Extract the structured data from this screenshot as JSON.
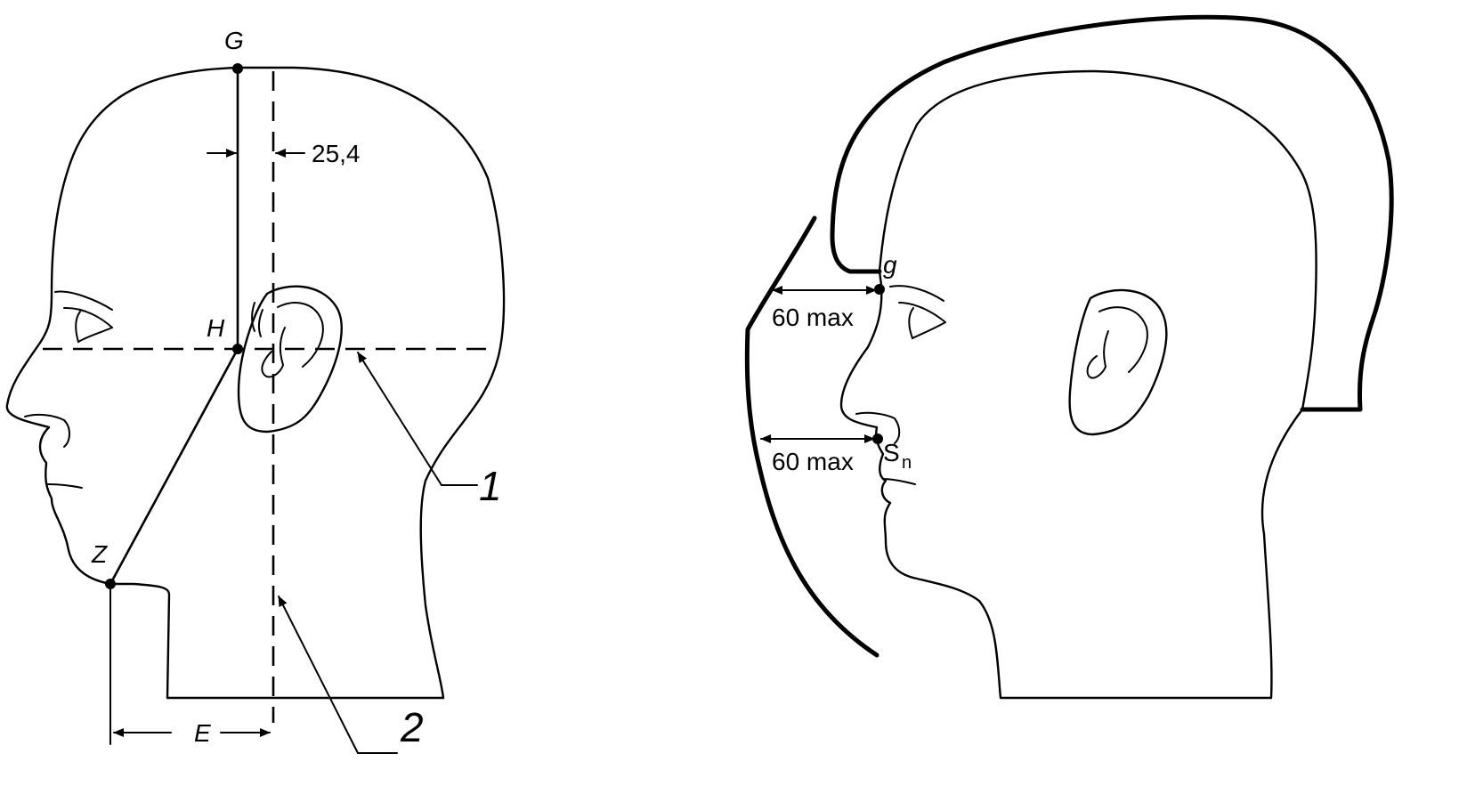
{
  "left_figure": {
    "point_g_upper": "G",
    "point_h": "H",
    "point_z": "Z",
    "distance_label": "E",
    "offset_label": "25,4",
    "callout_1": "1",
    "callout_2": "2"
  },
  "right_figure": {
    "point_g_lower": "g",
    "point_sn_main": "S",
    "point_sn_sub": "n",
    "upper_clearance": "60 max",
    "lower_clearance": "60 max"
  },
  "colors": {
    "line": "#000000",
    "background": "#ffffff"
  }
}
